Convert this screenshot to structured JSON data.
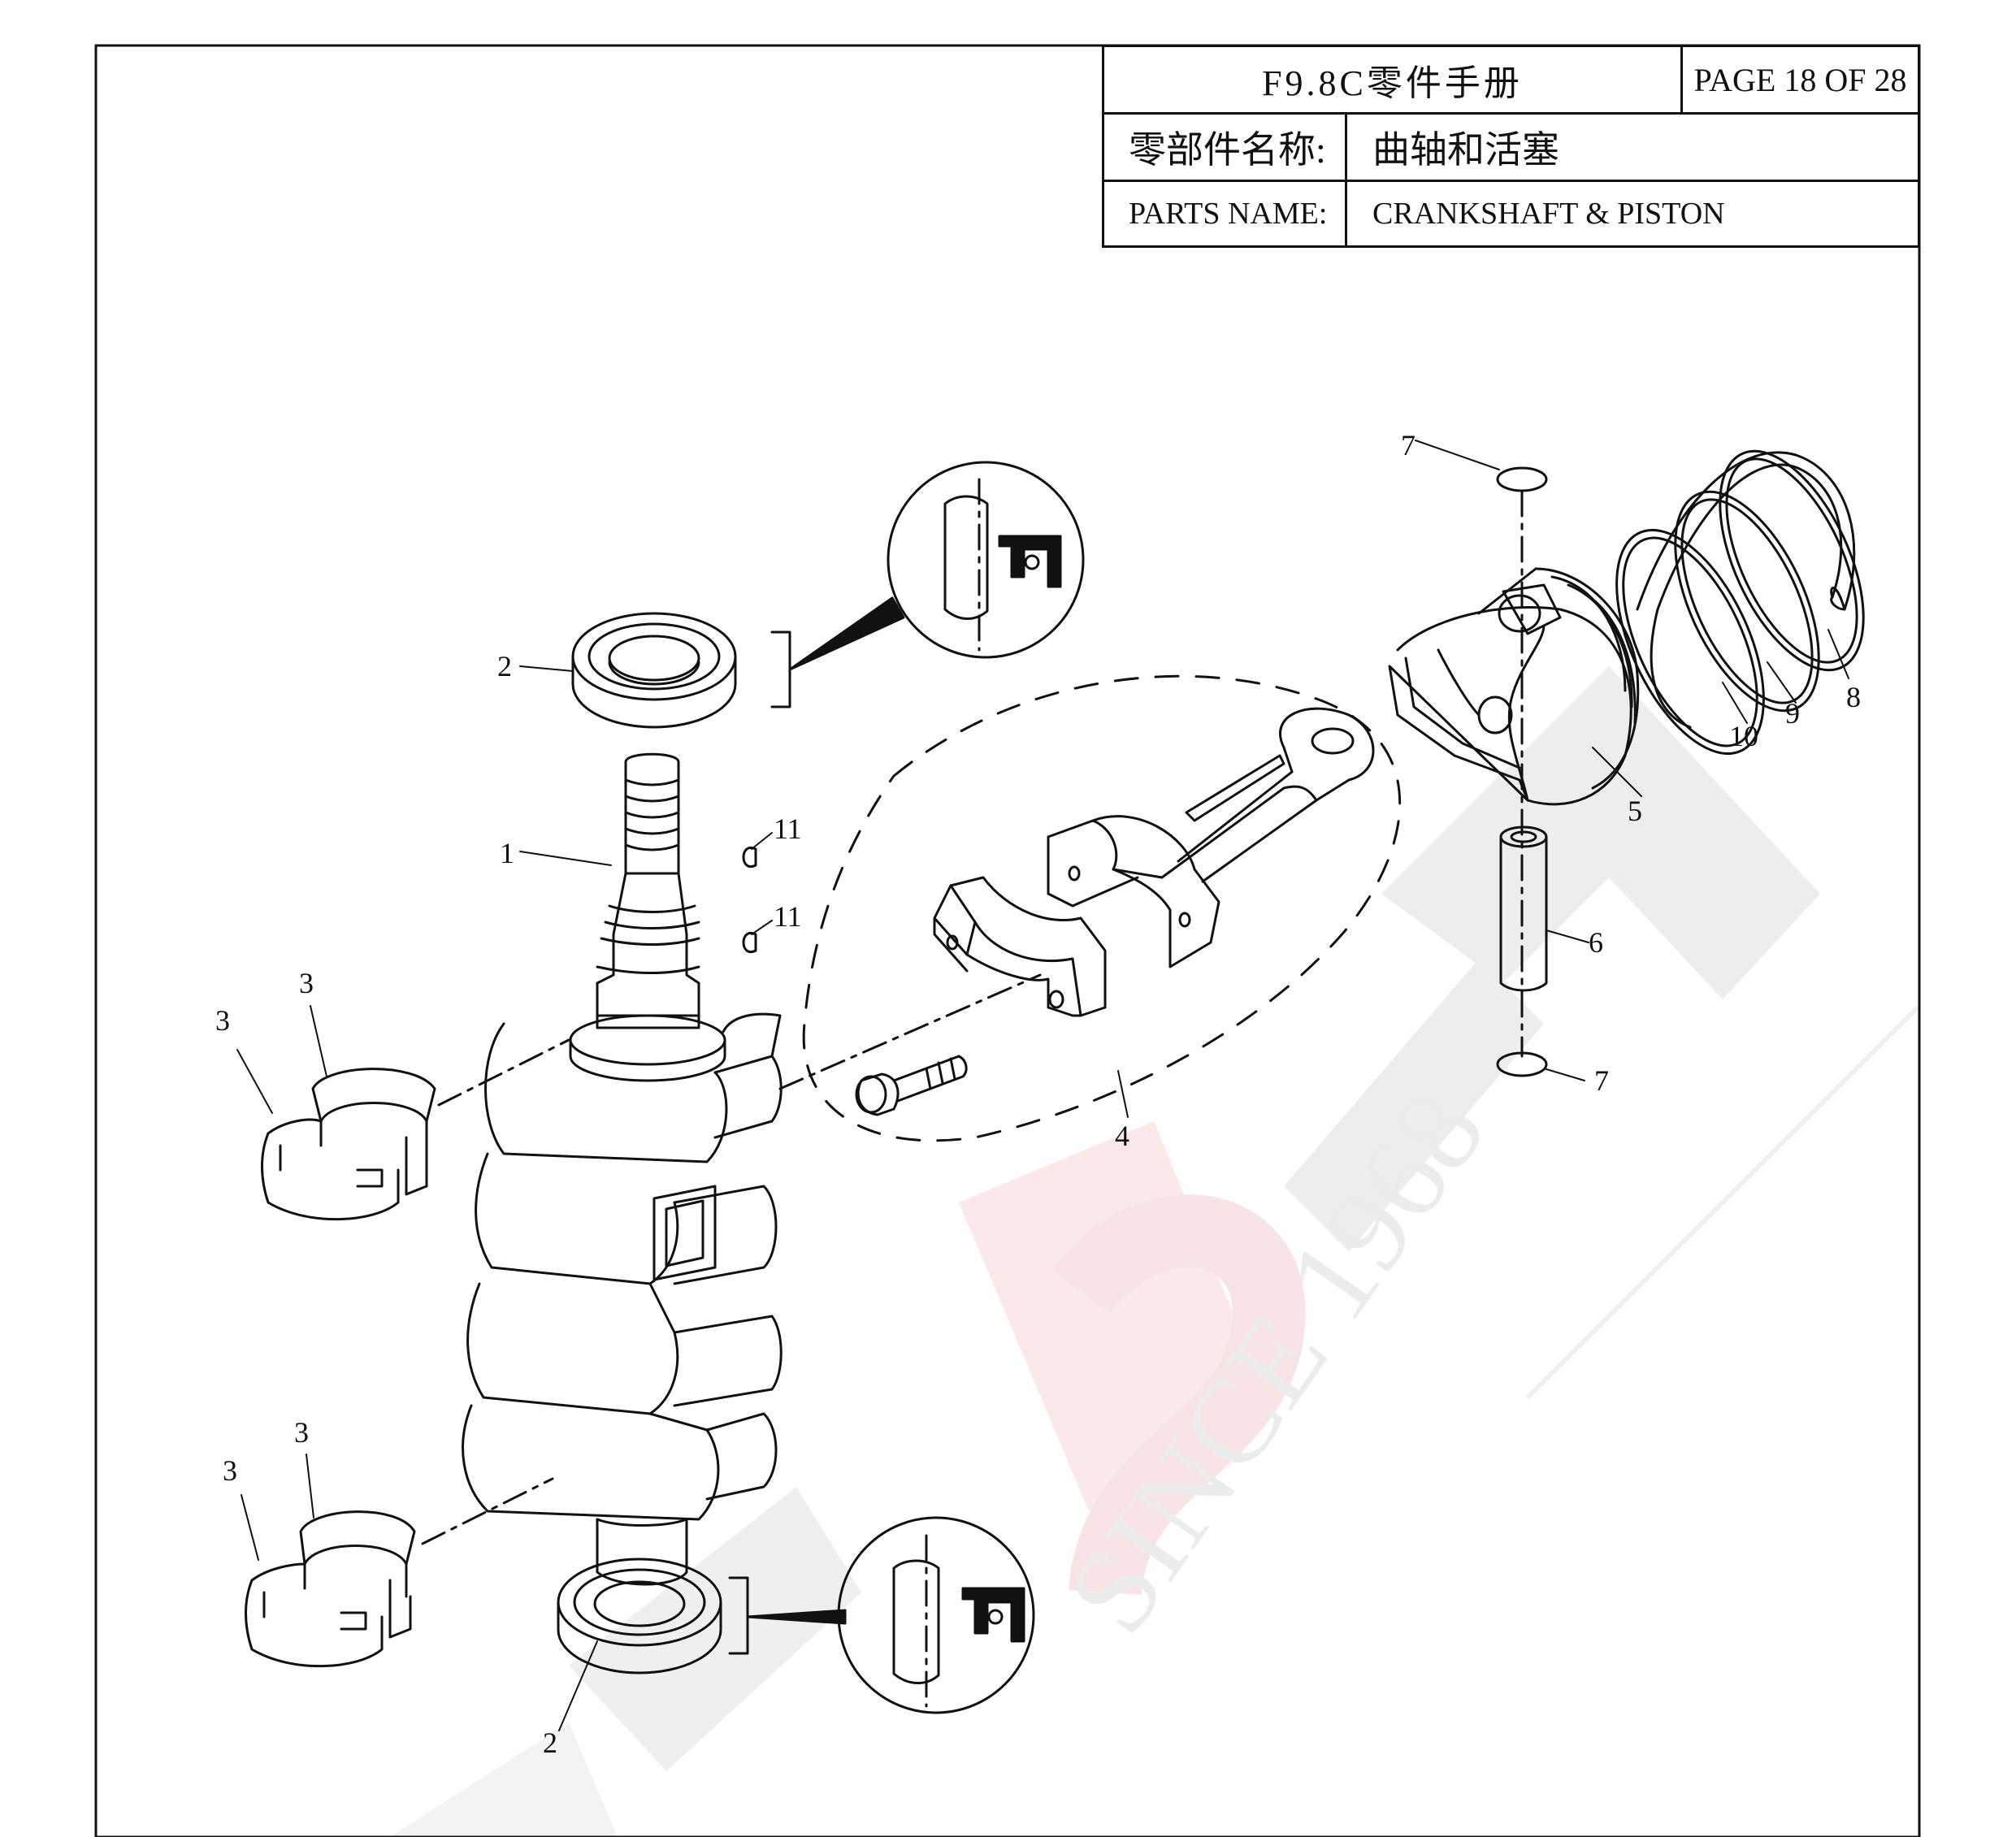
{
  "header": {
    "manual_title": "F9.8C零件手册",
    "page": "PAGE 18 OF 28",
    "name_label_cn": "零部件名称:",
    "name_value_cn": "曲轴和活塞",
    "name_label_en": "PARTS NAME:",
    "name_value_en": "CRANKSHAFT & PISTON"
  },
  "callouts": [
    {
      "id": "c1",
      "text": "1"
    },
    {
      "id": "c2a",
      "text": "2"
    },
    {
      "id": "c2b",
      "text": "2"
    },
    {
      "id": "c3a",
      "text": "3"
    },
    {
      "id": "c3b",
      "text": "3"
    },
    {
      "id": "c3c",
      "text": "3"
    },
    {
      "id": "c3d",
      "text": "3"
    },
    {
      "id": "c4",
      "text": "4"
    },
    {
      "id": "c5",
      "text": "5"
    },
    {
      "id": "c6",
      "text": "6"
    },
    {
      "id": "c7a",
      "text": "7"
    },
    {
      "id": "c7b",
      "text": "7"
    },
    {
      "id": "c8",
      "text": "8"
    },
    {
      "id": "c9",
      "text": "9"
    },
    {
      "id": "c10",
      "text": "10"
    },
    {
      "id": "c11a",
      "text": "11"
    },
    {
      "id": "c11b",
      "text": "11"
    }
  ],
  "watermark": {
    "text": "SINCE 1968",
    "colors": {
      "red": "#f7e3e3",
      "gray": "#ececec"
    }
  }
}
